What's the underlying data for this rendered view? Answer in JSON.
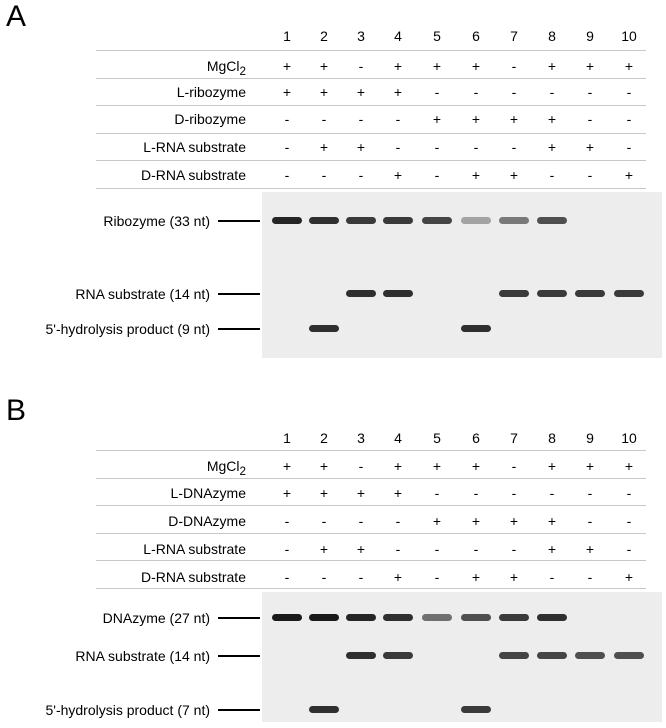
{
  "lanes": [
    "1",
    "2",
    "3",
    "4",
    "5",
    "6",
    "7",
    "8",
    "9",
    "10"
  ],
  "panels": [
    {
      "label": "A",
      "rows": [
        {
          "prefix": "",
          "name": "MgCl",
          "sub": "2",
          "values": [
            "+",
            "+",
            "-",
            "+",
            "+",
            "+",
            "-",
            "+",
            "+",
            "+"
          ]
        },
        {
          "prefix": "L",
          "name": "-ribozyme",
          "sub": "",
          "values": [
            "+",
            "+",
            "+",
            "+",
            "-",
            "-",
            "-",
            "-",
            "-",
            "-"
          ]
        },
        {
          "prefix": "D",
          "name": "-ribozyme",
          "sub": "",
          "values": [
            "-",
            "-",
            "-",
            "-",
            "+",
            "+",
            "+",
            "+",
            "-",
            "-"
          ]
        },
        {
          "prefix": "L",
          "name": "-RNA substrate",
          "sub": "",
          "values": [
            "-",
            "+",
            "+",
            "-",
            "-",
            "-",
            "-",
            "+",
            "+",
            "-"
          ]
        },
        {
          "prefix": "D",
          "name": "-RNA substrate",
          "sub": "",
          "values": [
            "-",
            "-",
            "-",
            "+",
            "-",
            "+",
            "+",
            "-",
            "-",
            "+"
          ]
        }
      ],
      "markers": [
        {
          "label": "Ribozyme (33 nt)",
          "lanes": [
            0.95,
            0.9,
            0.85,
            0.85,
            0.8,
            0.35,
            0.55,
            0.75,
            0,
            0
          ]
        },
        {
          "label": "RNA substrate (14 nt)",
          "lanes": [
            0,
            0,
            0.9,
            0.9,
            0,
            0,
            0.85,
            0.85,
            0.85,
            0.85
          ]
        },
        {
          "label": "5'-hydrolysis product (9 nt)",
          "lanes": [
            0,
            0.9,
            0,
            0,
            0,
            0.9,
            0,
            0,
            0,
            0
          ]
        }
      ]
    },
    {
      "label": "B",
      "rows": [
        {
          "prefix": "",
          "name": "MgCl",
          "sub": "2",
          "values": [
            "+",
            "+",
            "-",
            "+",
            "+",
            "+",
            "-",
            "+",
            "+",
            "+"
          ]
        },
        {
          "prefix": "L",
          "name": "-DNAzyme",
          "sub": "",
          "values": [
            "+",
            "+",
            "+",
            "+",
            "-",
            "-",
            "-",
            "-",
            "-",
            "-"
          ]
        },
        {
          "prefix": "D",
          "name": "-DNAzyme",
          "sub": "",
          "values": [
            "-",
            "-",
            "-",
            "-",
            "+",
            "+",
            "+",
            "+",
            "-",
            "-"
          ]
        },
        {
          "prefix": "L",
          "name": "-RNA substrate",
          "sub": "",
          "values": [
            "-",
            "+",
            "+",
            "-",
            "-",
            "-",
            "-",
            "+",
            "+",
            "-"
          ]
        },
        {
          "prefix": "D",
          "name": "-RNA substrate",
          "sub": "",
          "values": [
            "-",
            "-",
            "-",
            "+",
            "-",
            "+",
            "+",
            "-",
            "-",
            "+"
          ]
        }
      ],
      "markers": [
        {
          "label": "DNAzyme (27 nt)",
          "lanes": [
            1,
            1,
            0.95,
            0.9,
            0.6,
            0.75,
            0.85,
            0.9,
            0,
            0
          ]
        },
        {
          "label": "RNA substrate (14 nt)",
          "lanes": [
            0,
            0,
            0.9,
            0.85,
            0,
            0,
            0.8,
            0.8,
            0.75,
            0.75
          ]
        },
        {
          "label": "5'-hydrolysis product (7 nt)",
          "lanes": [
            0,
            0.9,
            0,
            0,
            0,
            0.85,
            0,
            0,
            0,
            0
          ]
        }
      ]
    }
  ]
}
